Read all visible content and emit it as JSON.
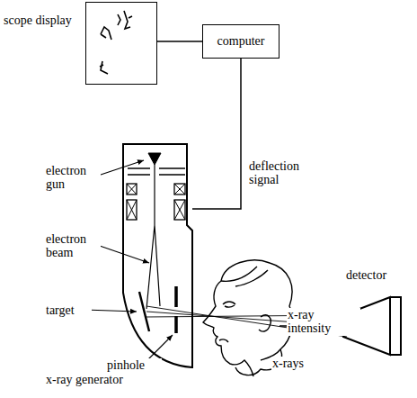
{
  "diagram": {
    "nodes": [
      {
        "text": [
          "scope display"
        ]
      },
      {
        "text": [
          "computer"
        ]
      },
      {
        "text": [
          "x-ray generator"
        ]
      },
      {
        "text": [
          "detector"
        ]
      }
    ],
    "edges": [
      {
        "from": 0,
        "to": 1,
        "arrow": "none"
      },
      {
        "from": 1,
        "to": 2,
        "label": "deflection signal",
        "arrow": "none"
      },
      {
        "from": 1,
        "to": 3,
        "label": "x-ray intensity",
        "arrow": "none"
      }
    ],
    "labels": [
      "electron gun",
      "electron beam",
      "target",
      "pinhole",
      "x-rays"
    ]
  }
}
